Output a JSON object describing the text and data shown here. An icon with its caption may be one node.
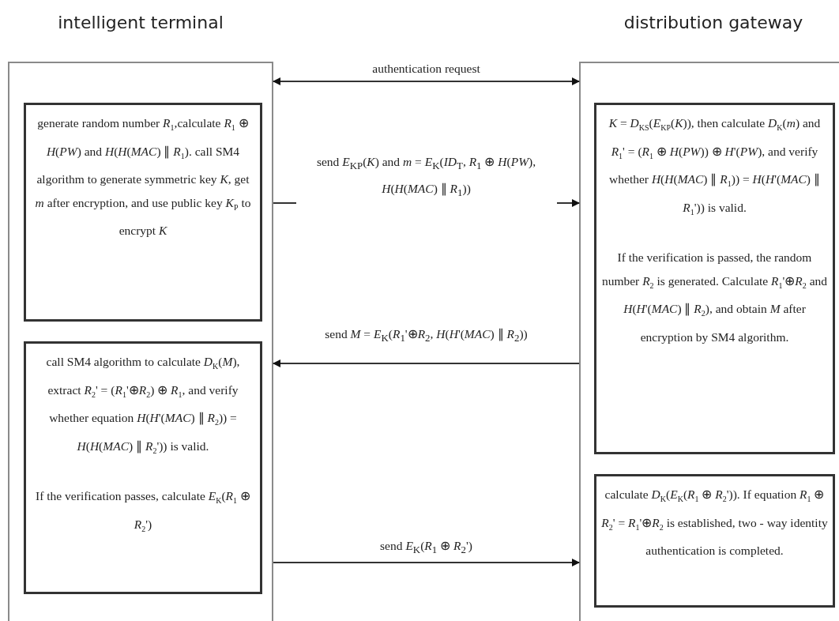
{
  "diagram": {
    "nodes": [
      {
        "text": [
          "intelligent terminal"
        ]
      },
      {
        "text": [
          "generate random number *R*$_{1}$,calculate *R*$_{1}$ ⊕ *H*(*PW*) and *H*(*H*(*MAC*) ∥ *R*$_{1}$). call SM4 algorithm to generate symmetric key *K*, get *m* after encryption, and use public key *K*$_{P}$ to encrypt *K*"
        ],
        "in": 0
      },
      {
        "text": [
          "call SM4 algorithm to calculate *D*$_{K}$(*M*), extract *R*$_{2}$' = (*R*$_{1}$'⊕*R*$_{2}$) ⊕ *R*$_{1}$, and verify whether equation *H*(*H*'(*MAC*) ∥ *R*$_{2}$)) = *H*(*H*(*MAC*) ∥ *R*$_{2}$')) is valid.",
          "If the verification passes, calculate *E*$_{K}$(*R*$_{1}$ ⊕ *R*$_{2}$')"
        ],
        "in": 0
      },
      {
        "text": [
          "distribution gateway"
        ]
      },
      {
        "text": [
          "*K* = *D*$_{KS}$(*E*$_{KP}$(*K*)), then calculate *D*$_{K}$(*m*) and *R*$_{1}$' = (*R*$_{1}$ ⊕ *H*(*PW*)) ⊕ *H*'(*PW*), and verify whether *H*(*H*(*MAC*) ∥ *R*$_{1}$)) = *H*(*H*'(*MAC*) ∥ *R*$_{1}$')) is valid.",
          "If the verification is passed, the random number *R*$_{2}$ is generated. Calculate *R*$_{1}$'⊕*R*$_{2}$ and *H*(*H*'(*MAC*) ∥ *R*$_{2}$), and obtain *M* after encryption by SM4 algorithm."
        ],
        "in": 3
      },
      {
        "text": [
          "calculate *D*$_{K}$(*E*$_{K}$(*R*$_{1}$ ⊕ *R*$_{2}$')). If equation *R*$_{1}$ ⊕ *R*$_{2}$' = *R*$_{1}$'⊕*R*$_{2}$ is established, two - way identity authentication is completed."
        ],
        "in": 3
      }
    ],
    "edges": [
      {
        "from": 0,
        "to": 3,
        "arrow": "both",
        "label": "authentication request"
      },
      {
        "from": 0,
        "to": 3,
        "arrow": "to",
        "label": "send *E*$_{KP}$(*K*) and *m* = *E*$_{K}$(*ID*$_{T}$, *R*$_{1}$ ⊕ *H*(*PW*), *H*(*H*(*MAC*) ∥ *R*$_{1}$))"
      },
      {
        "from": 3,
        "to": 0,
        "arrow": "to",
        "label": "send *M* = *E*$_{K}$(*R*$_{1}$'⊕*R*$_{2}$, *H*(*H*'(*MAC*) ∥ *R*$_{2}$))"
      },
      {
        "from": 0,
        "to": 3,
        "arrow": "to",
        "label": "send *E*$_{K}$(*R*$_{1}$ ⊕ *R*$_{2}$')"
      }
    ]
  }
}
